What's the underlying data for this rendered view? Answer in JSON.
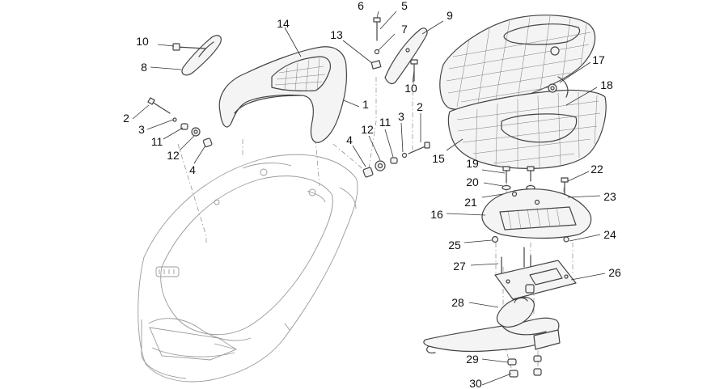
{
  "callouts": [
    {
      "id": "c10a",
      "label": "10"
    },
    {
      "id": "c8",
      "label": "8"
    },
    {
      "id": "c14",
      "label": "14"
    },
    {
      "id": "c6",
      "label": "6"
    },
    {
      "id": "c5",
      "label": "5"
    },
    {
      "id": "c7",
      "label": "7"
    },
    {
      "id": "c13",
      "label": "13"
    },
    {
      "id": "c9",
      "label": "9"
    },
    {
      "id": "c10b",
      "label": "10"
    },
    {
      "id": "c17",
      "label": "17"
    },
    {
      "id": "c18",
      "label": "18"
    },
    {
      "id": "c1",
      "label": "1"
    },
    {
      "id": "c2a",
      "label": "2"
    },
    {
      "id": "c3a",
      "label": "3"
    },
    {
      "id": "c11a",
      "label": "11"
    },
    {
      "id": "c12a",
      "label": "12"
    },
    {
      "id": "c4a",
      "label": "4"
    },
    {
      "id": "c2b",
      "label": "2"
    },
    {
      "id": "c3b",
      "label": "3"
    },
    {
      "id": "c11b",
      "label": "11"
    },
    {
      "id": "c12b",
      "label": "12"
    },
    {
      "id": "c4b",
      "label": "4"
    },
    {
      "id": "c15",
      "label": "15"
    },
    {
      "id": "c19",
      "label": "19"
    },
    {
      "id": "c20",
      "label": "20"
    },
    {
      "id": "c22",
      "label": "22"
    },
    {
      "id": "c21",
      "label": "21"
    },
    {
      "id": "c23",
      "label": "23"
    },
    {
      "id": "c16",
      "label": "16"
    },
    {
      "id": "c25",
      "label": "25"
    },
    {
      "id": "c24",
      "label": "24"
    },
    {
      "id": "c27",
      "label": "27"
    },
    {
      "id": "c26",
      "label": "26"
    },
    {
      "id": "c28",
      "label": "28"
    },
    {
      "id": "c29",
      "label": "29"
    },
    {
      "id": "c30",
      "label": "30"
    }
  ]
}
